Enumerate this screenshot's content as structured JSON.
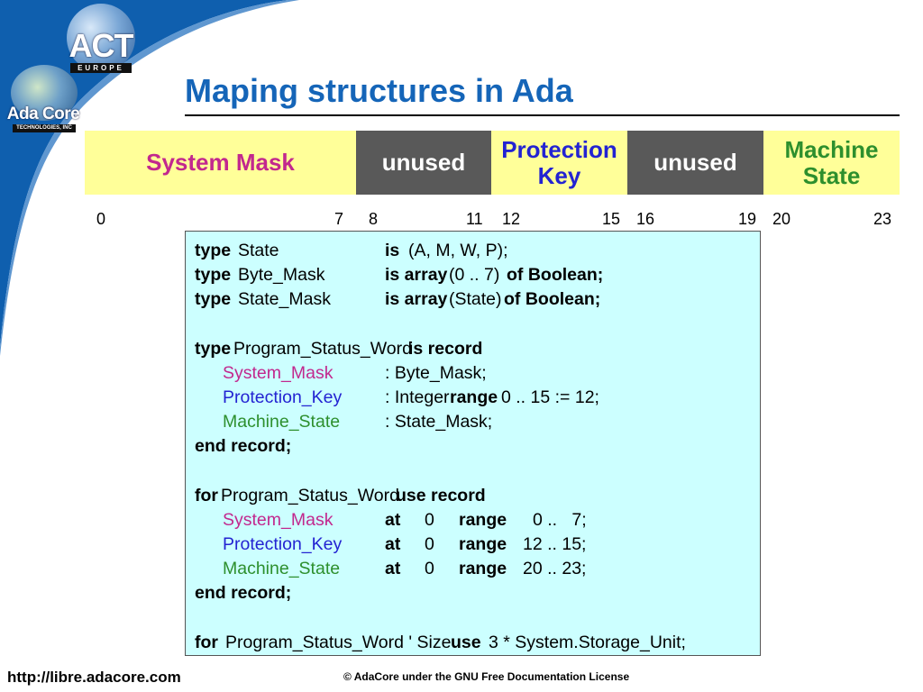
{
  "header": {
    "title": "Maping structures in Ada",
    "logo_act": {
      "text": "ACT",
      "sub": "EUROPE"
    },
    "logo_adacore": {
      "text": "Ada Core",
      "sub": "TECHNOLOGIES, INC"
    }
  },
  "bitfield": {
    "segments": [
      {
        "label_lines": [
          "System Mask"
        ],
        "color": "#c2288e"
      },
      {
        "label_lines": [
          "unused"
        ],
        "color": "#ffffff"
      },
      {
        "label_lines": [
          "Protection",
          "Key"
        ],
        "color": "#2323d2"
      },
      {
        "label_lines": [
          "unused"
        ],
        "color": "#ffffff"
      },
      {
        "label_lines": [
          "Machine",
          "State"
        ],
        "color": "#2d8f2d"
      }
    ],
    "bit_numbers": [
      "0",
      "7",
      "8",
      "11",
      "12",
      "15",
      "16",
      "19",
      "20",
      "23"
    ]
  },
  "code": {
    "l1": {
      "a": "type",
      "b": "State",
      "c": "is",
      "d": "(A, M, W, P);"
    },
    "l2": {
      "a": "type",
      "b": "Byte_Mask",
      "c": "is array",
      "d": "(0 .. 7)",
      "e": "of Boolean;"
    },
    "l3": {
      "a": "type",
      "b": "State_Mask",
      "c": "is array",
      "d": "(State)",
      "e": "of Boolean;"
    },
    "l5": {
      "a": "type",
      "b": "Program_Status_Word",
      "c": "is record"
    },
    "l6": {
      "a": "System_Mask",
      "b": ": Byte_Mask;"
    },
    "l7": {
      "a": "Protection_Key",
      "b": ": Integer",
      "c": "range",
      "d": "0 .. 15 := 12;"
    },
    "l8": {
      "a": "Machine_State",
      "b": ": State_Mask;"
    },
    "l9": {
      "a": "end record;"
    },
    "l11": {
      "a": "for",
      "b": "Program_Status_Word",
      "c": "use record"
    },
    "l12": {
      "a": "System_Mask",
      "b": "at",
      "c": "0",
      "d": "range",
      "e": "0 ..   7;"
    },
    "l13": {
      "a": "Protection_Key",
      "b": "at",
      "c": "0",
      "d": "range",
      "e": "12 .. 15;"
    },
    "l14": {
      "a": "Machine_State",
      "b": "at",
      "c": "0",
      "d": "range",
      "e": "20 .. 23;"
    },
    "l15": {
      "a": "end record;"
    },
    "l17": {
      "a": "for",
      "b": "Program_Status_Word ' Size",
      "c": "use",
      "d": "3 * System.Storage_Unit;"
    }
  },
  "footer": {
    "url": "http://libre.adacore.com",
    "license": "© AdaCore under the GNU Free Documentation License"
  },
  "colors": {
    "title": "#1565b8",
    "band_yellow": "#ffff99",
    "band_gray": "#595959",
    "code_bg": "#ccffff",
    "swoosh": "#0f5fae"
  }
}
